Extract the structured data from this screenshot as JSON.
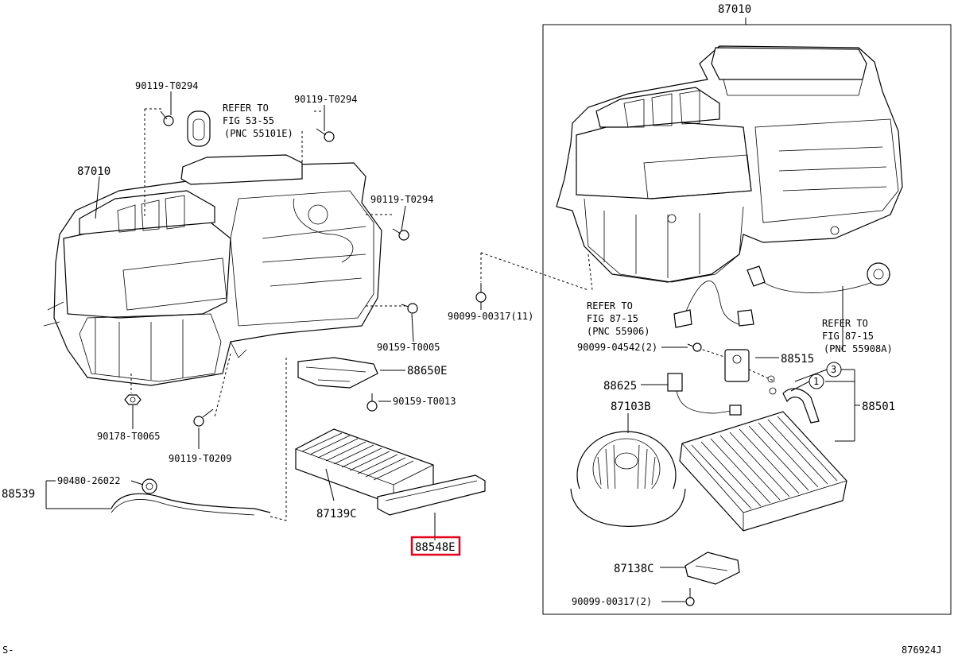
{
  "diagram": {
    "figure_id": "876924J",
    "corner_mark": "S-",
    "accent_color": "#e0001a",
    "highlighted_part": "88548E",
    "labels": {
      "p87010_left": "87010",
      "p87010_right": "87010",
      "bolt_t0294_a": "90119-T0294",
      "bolt_t0294_b": "90119-T0294",
      "bolt_t0294_c": "90119-T0294",
      "refer_5355_l1": "REFER TO",
      "refer_5355_l2": "FIG 53-55",
      "refer_5355_l3": "(PNC 55101E)",
      "bolt_00317_11": "90099-00317(11)",
      "refer_8715a_l1": "REFER TO",
      "refer_8715a_l2": "FIG 87-15",
      "refer_8715a_l3": "(PNC 55906)",
      "refer_8715b_l1": "REFER TO",
      "refer_8715b_l2": "FIG 87-15",
      "refer_8715b_l3": "(PNC 55908A)",
      "bolt_04542_2": "90099-04542(2)",
      "p88515": "88515",
      "p88625": "88625",
      "p87103b": "87103B",
      "p88501": "88501",
      "circle_3": "3",
      "circle_1": "1",
      "p90159_t0005": "90159-T0005",
      "p88650e": "88650E",
      "p90159_t0013": "90159-T0013",
      "p90178_t0065": "90178-T0065",
      "p90119_t0209": "90119-T0209",
      "p88539": "88539",
      "p90480_26022": "90480-26022",
      "p87139c": "87139C",
      "p88548e": "88548E",
      "p87138c": "87138C",
      "bolt_00317_2": "90099-00317(2)"
    }
  }
}
